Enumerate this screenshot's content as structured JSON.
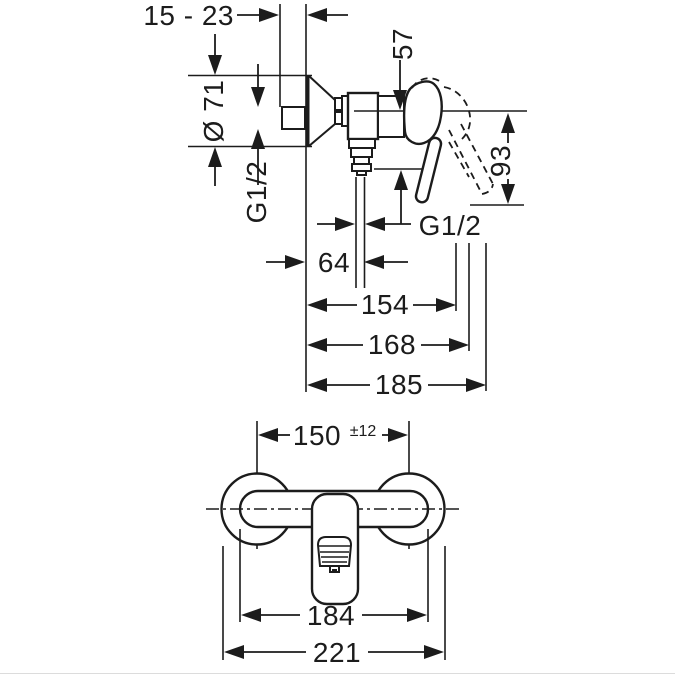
{
  "side_view": {
    "labels": {
      "wall_depth": "15 - 23",
      "escutcheon_diameter": "Ø 71",
      "handle_top_offset": "57",
      "handle_bottom_offset": "93",
      "supply_thread": "G1/2",
      "outlet_thread": "G1/2",
      "outlet_distance": "64",
      "extent_inner": "154",
      "extent_mid": "168",
      "extent_outer": "185"
    }
  },
  "front_view": {
    "labels": {
      "connection_spacing": "150",
      "connection_tolerance": "±12",
      "body_width": "184",
      "overall_width": "221"
    }
  },
  "style": {
    "line_color": "#1c1c1c",
    "background": "#ffffff"
  }
}
